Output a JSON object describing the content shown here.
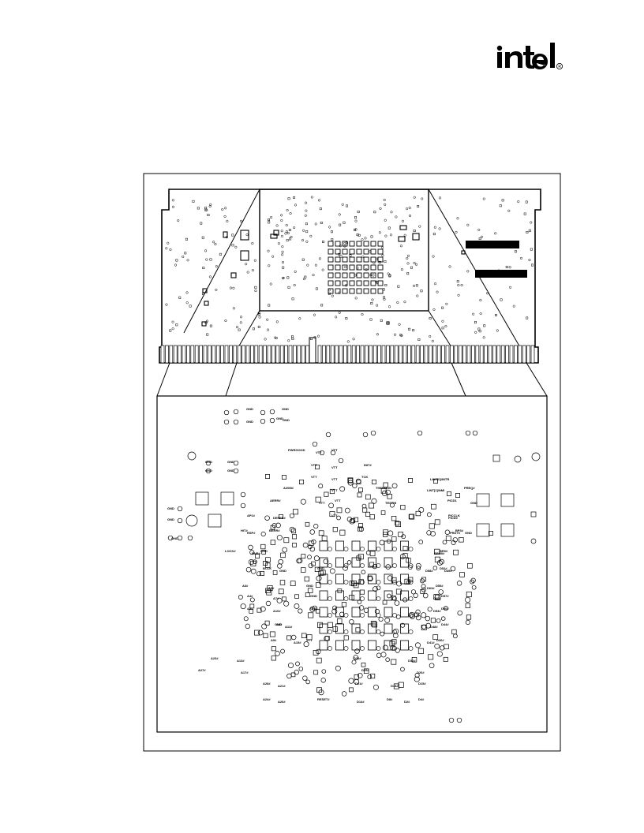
{
  "brand": {
    "logo_text": "intel",
    "registered_mark": "®"
  },
  "figure": {
    "type": "pcb-board-layout",
    "detail_signal_labels": {
      "left_block": [
        [
          "GND",
          "GND",
          "GND"
        ],
        [
          "GND",
          "GND"
        ],
        [
          "GND",
          "GND"
        ],
        [
          "GND",
          "GND"
        ],
        [
          "GND",
          "GND",
          "GND"
        ]
      ],
      "rows": [
        [
          "PWRGOOD",
          "VTT",
          "VTT"
        ],
        [
          "VTT",
          "VTT",
          "INIT#"
        ],
        [
          "VTT",
          "VTT",
          "TCK",
          "LINT[0]/INTR"
        ],
        [
          "A20M#",
          "VTT",
          "THERMDN",
          "LINT[1]/NMI",
          "PREQ#"
        ],
        [
          "AERR#",
          "VTT",
          "VTT",
          "TESTHI",
          "PICD1",
          "GND"
        ],
        [
          "AP1#",
          "DEFER#",
          "VTT",
          "PICD0",
          "PICCLK"
        ],
        [
          "HIT#",
          "RSP#",
          "BERR#",
          "PRDY#",
          "BP3#",
          "GND"
        ],
        [
          "LOCK#",
          "BNR#",
          "GND",
          "BPM0#",
          "BR0#"
        ],
        [
          "BCLK",
          "GND",
          "GND",
          "D58#",
          "D52#",
          "D49#"
        ],
        [
          "A3#",
          "A6#",
          "GND",
          "D63#",
          "D55#"
        ],
        [
          "A4#",
          "A7#",
          "GND",
          "D60#",
          "D57#"
        ],
        [
          "A5#",
          "A10#",
          "GND",
          "D53#",
          "D50#"
        ],
        [
          "A8#",
          "A11#",
          "GND",
          "D48#",
          "D44#"
        ],
        [
          "A9#",
          "A15#",
          "VTT",
          "D41#",
          "D36#"
        ],
        [
          "A23#",
          "A13#",
          "D39#",
          "D32#"
        ],
        [
          "A27#",
          "A17#",
          "D29#",
          "D26#"
        ],
        [
          "A28#",
          "A21#",
          "D21#",
          "D18#",
          "D15#"
        ],
        [
          "A24#",
          "A26#",
          "RESET#",
          "D14#",
          "D8#",
          "D2#",
          "D4#"
        ]
      ]
    }
  }
}
